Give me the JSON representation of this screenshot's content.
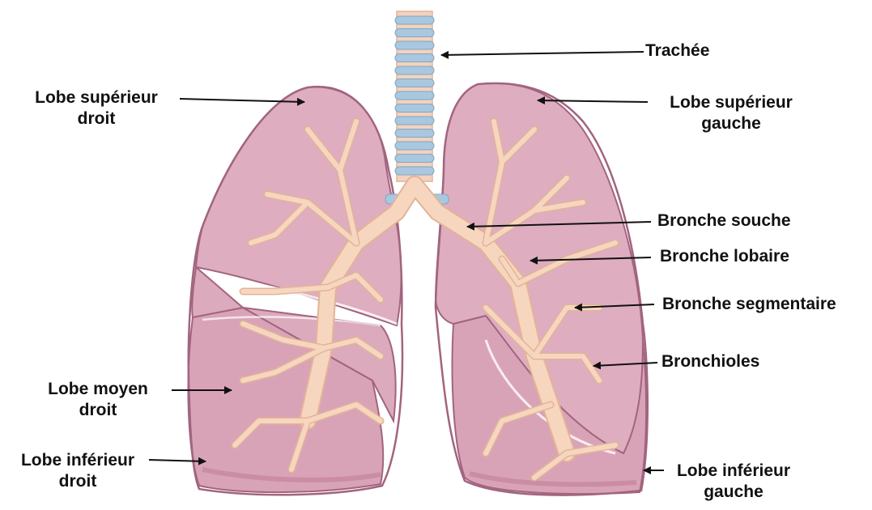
{
  "labels": {
    "trachee": "Trachée",
    "lobe_sup_droit_1": "Lobe supérieur",
    "lobe_sup_droit_2": "droit",
    "lobe_sup_gauche_1": "Lobe supérieur",
    "lobe_sup_gauche_2": "gauche",
    "bronche_souche": "Bronche souche",
    "bronche_lobaire": "Bronche lobaire",
    "bronche_segmentaire": "Bronche segmentaire",
    "bronchioles": "Bronchioles",
    "lobe_moyen_droit_1": "Lobe moyen",
    "lobe_moyen_droit_2": "droit",
    "lobe_inf_droit_1": "Lobe inférieur",
    "lobe_inf_droit_2": "droit",
    "lobe_inf_gauche_1": "Lobe inférieur",
    "lobe_inf_gauche_2": "gauche"
  },
  "colors": {
    "lung_fill": "#dba8bb",
    "lung_dark": "#c98ba3",
    "lung_outline": "#a2647f",
    "bronchi_fill": "#f7d6c0",
    "bronchi_stroke": "#e2b497",
    "trachea_ring": "#a9c8e0",
    "trachea_band": "#f3d2bd",
    "arrow": "#111111"
  }
}
